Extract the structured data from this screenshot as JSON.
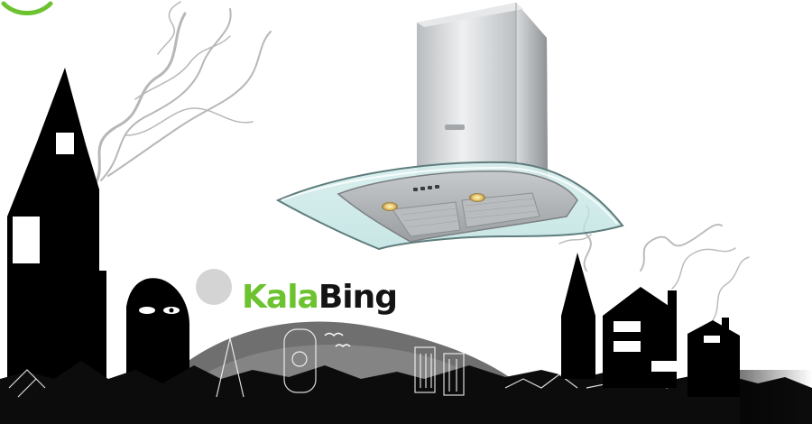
{
  "brand": {
    "part1": "Kala",
    "part2": "Bing",
    "colors": {
      "part1": "#6cc32f",
      "part2": "#141414"
    }
  },
  "product": {
    "type": "glass-canopy-chimney-range-hood",
    "finish": "stainless-steel",
    "visible_lights": 2,
    "control_buttons": 4
  },
  "scene": {
    "background_color": "#ffffff",
    "silhouette_color": "#000000",
    "elements": [
      "smoke-plumes",
      "city-silhouette",
      "crescent-moon-shape"
    ]
  }
}
